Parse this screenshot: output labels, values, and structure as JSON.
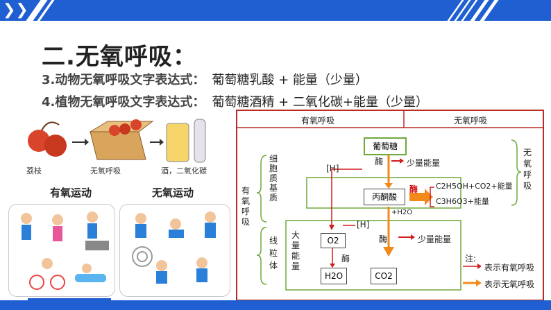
{
  "title": "二.无氧呼吸：",
  "lines": [
    {
      "label": "3.动物无氧呼吸文字表达式：",
      "value": "葡萄糖乳酸 + 能量（少量）"
    },
    {
      "label": "4.植物无氧呼吸文字表达式：",
      "value": "葡萄糖酒精 + 二氧化碳+能量（少量）"
    }
  ],
  "illustration": {
    "captions": [
      "荔枝",
      "无氧呼吸",
      "酒，二氧化碳"
    ],
    "aerobic": "有氧运动",
    "anaerobic": "无氧运动"
  },
  "diagram": {
    "header_left": "有氧呼吸",
    "header_right": "无氧呼吸",
    "glucose": "葡萄糖",
    "enzyme": "酶",
    "little_energy": "少量能量",
    "h": "[H]",
    "pyruvate": "丙酮酸",
    "plus_water": "+H2O",
    "product1": "C2H5OH+CO2+能量",
    "product2": "C3H6O3+能量",
    "cytoplasm": "细胞质基质",
    "aerobic_side": "有氧呼吸",
    "anaerobic_side": "无氧呼吸",
    "mito": "线粒体",
    "much_energy": "大量能量",
    "o2": "O2",
    "h2o": "H2O",
    "co2": "CO2",
    "note": "注:",
    "legend1": "表示有氧呼吸",
    "legend2": "表示无氧呼吸"
  },
  "colors": {
    "brand_blue": "#1f5fd1",
    "diagram_red": "#b92b27",
    "green_box": "#6ea83b",
    "arrow_orange": "#f28a1b"
  }
}
